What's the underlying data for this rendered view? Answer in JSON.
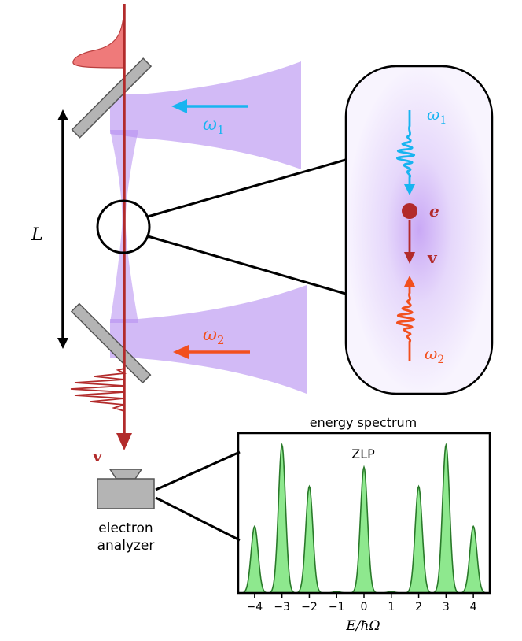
{
  "diagram": {
    "cavity_length_label": "L",
    "electron_velocity_label": "v",
    "analyzer_label_line1": "electron",
    "analyzer_label_line2": "analyzer",
    "laser_top_label": "ω",
    "laser_top_sub": "1",
    "laser_bottom_label": "ω",
    "laser_bottom_sub": "2",
    "inset": {
      "photon1_label": "ω",
      "photon1_sub": "1",
      "photon2_label": "ω",
      "photon2_sub": "2",
      "electron_label": "e",
      "velocity_label": "v"
    },
    "colors": {
      "electron_beam": "#b22b2b",
      "electron_pulse_fill": "#ee6c6c",
      "laser_1": "#18b4f0",
      "laser_2": "#f2501e",
      "laser_beam_fill": "#b48cf0",
      "mirror": "#b4b4b4",
      "spectrum_fill": "#8ee88e",
      "spectrum_line": "#2a7a2a"
    }
  },
  "chart_data": {
    "type": "area",
    "title": "energy spectrum",
    "xlabel": "E/ħΩ",
    "ylabel": "",
    "x_ticks": [
      "−4",
      "−3",
      "−2",
      "−1",
      "0",
      "1",
      "2",
      "3",
      "4"
    ],
    "x": [
      -4,
      -3,
      -2,
      -1,
      0,
      1,
      2,
      3,
      4
    ],
    "values": [
      0.45,
      1.0,
      0.72,
      0.01,
      0.85,
      0.01,
      0.72,
      1.0,
      0.45
    ],
    "xlim": [
      -4.6,
      4.6
    ],
    "ylim": [
      0,
      1.08
    ],
    "annotations": [
      {
        "text": "ZLP",
        "x": 0
      }
    ],
    "grid": false,
    "legend": "none"
  }
}
